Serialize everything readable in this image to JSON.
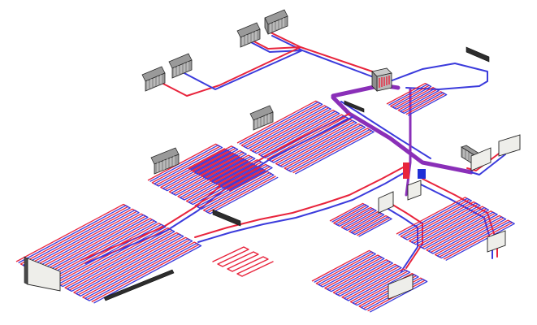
{
  "diagram": {
    "type": "isometric-heating-schematic",
    "colors": {
      "supply": "#e8243c",
      "return": "#3b3bdc",
      "mixed": "#8a2fb8",
      "radiator": "#9a9a9a",
      "panel": "#eeeeea",
      "manifold": "#2d2d2d"
    },
    "components": {
      "radiators_finned": 7,
      "panel_radiators": 8,
      "manifolds": 4,
      "underfloor_loops": 7,
      "boiler_units": 1
    }
  }
}
